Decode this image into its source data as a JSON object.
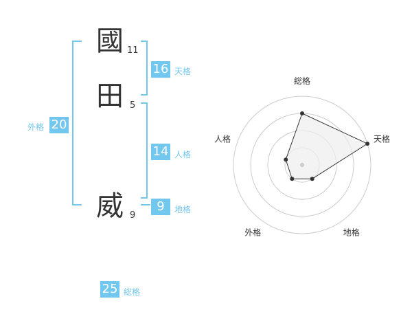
{
  "name": {
    "chars": [
      {
        "char": "國",
        "strokes": "11"
      },
      {
        "char": "田",
        "strokes": "5"
      },
      {
        "char": "威",
        "strokes": "9"
      }
    ]
  },
  "fortune": {
    "tenkaku": {
      "value": "16",
      "label": "天格"
    },
    "jinkaku": {
      "value": "14",
      "label": "人格"
    },
    "chikaku": {
      "value": "9",
      "label": "地格"
    },
    "gaikaku": {
      "value": "20",
      "label": "外格"
    },
    "soukaku": {
      "value": "25",
      "label": "総格"
    }
  },
  "colors": {
    "accent": "#72c7ef",
    "text": "#333333"
  },
  "chart_data": {
    "type": "radar",
    "axes": [
      "総格",
      "天格",
      "地格",
      "外格",
      "人格"
    ],
    "levels": 4,
    "range": [
      0,
      4
    ],
    "values": [
      3,
      4,
      1,
      1,
      1
    ]
  }
}
